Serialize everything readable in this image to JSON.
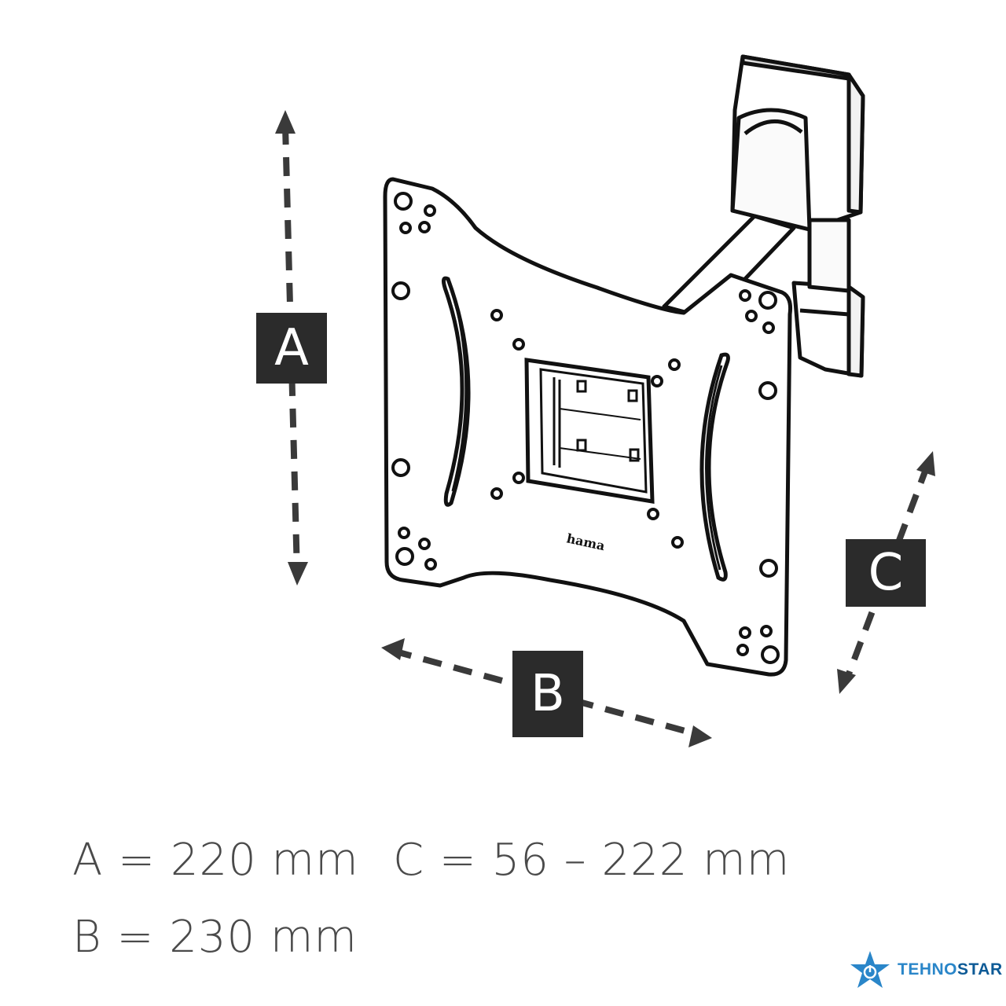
{
  "labels": {
    "a": "A",
    "b": "B",
    "c": "C"
  },
  "specs": {
    "a": "A = 220 mm",
    "b": "B = 230 mm",
    "c": "C = 56 – 222 mm"
  },
  "brand": {
    "plate_mark": "hama",
    "watermark": "TEHNOSTAR",
    "watermark_part1": "TEHNO",
    "watermark_part2": "STAR"
  },
  "colors": {
    "label_bg": "#2b2b2b",
    "spec_text": "#4a4a4a",
    "watermark_light": "#2a86c9",
    "watermark_dark": "#0d5a96"
  }
}
